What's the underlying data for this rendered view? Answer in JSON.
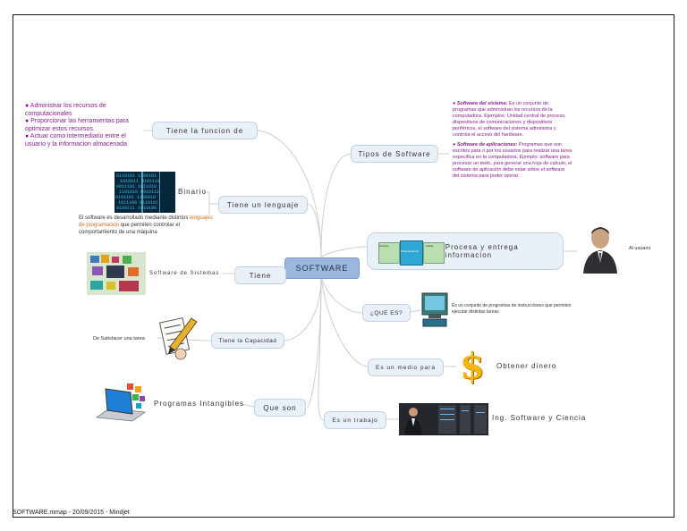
{
  "central": "SOFTWARE",
  "left": {
    "funcion": {
      "label": "Tiene la funcion de",
      "items": [
        "Administrar los recursos de computacionales",
        "Proporcionar las herramientas para optimizar estos recursos.",
        "Actuar como intermediario entre el usuario y la informacion almacenada"
      ]
    },
    "lenguaje": {
      "label": "Tiene un lenguaje",
      "sub": "Binario",
      "desc_a": "El software es desarrollado mediante distintos",
      "desc_b": "lenguajes de programación",
      "desc_c": "que permiten controlar el comportamiento de una máquina"
    },
    "tiene": {
      "label": "Tiene",
      "sub": "Software de Sistemas"
    },
    "capacidad": {
      "label": "Tiene la Capacidad",
      "sub": "De Satisfacer una tarea"
    },
    "queson": {
      "label": "Que son",
      "sub": "Programas Intangibles"
    }
  },
  "right": {
    "tipos": {
      "label": "Tipos de Software",
      "sistema_title": "Software del sistema:",
      "sistema_text": "Es un conjunto de programas que administran los recursos de la computadora. Ejemplos: Unidad central de proceso, dispositivos de comunicaciones y dispositivos periféricos, el software del sistema administra y controla el acceso del hardware.",
      "aplic_title": "Software de aplicaciones:",
      "aplic_text": "Programas que son escritos para o por los usuarios para realizar una tarea especifica en la computadora. Ejemplo: software para procesar un texto, para generar una hoja de calculo, el software de aplicación debe estar sobre el software del sistema para poder operar."
    },
    "procesa": {
      "label": "Procesa y entrega informacion",
      "sub": "Al usuario",
      "diagram_in": "Entrada",
      "diagram_proc": "Procesamiento",
      "diagram_out": "Salida"
    },
    "quees": {
      "label": "¿QUE ES?",
      "sub": "Es un conjunto de programas de instrucciones que permiten ejecutar distintas tareas"
    },
    "medio": {
      "label": "Es un medio para",
      "sub": "Obtener dinero"
    },
    "trabajo": {
      "label": "Es un trabajo",
      "sub": "Ing. Software y Ciencia"
    }
  },
  "footer": "SOFTWARE.mmap - 20/09/2015 - Mindjet",
  "colors": {
    "node_fill": "#eaf0f8",
    "node_border": "#c4d2e6",
    "central_fill": "#9bb7de",
    "accent_text": "#8a1d8e"
  }
}
